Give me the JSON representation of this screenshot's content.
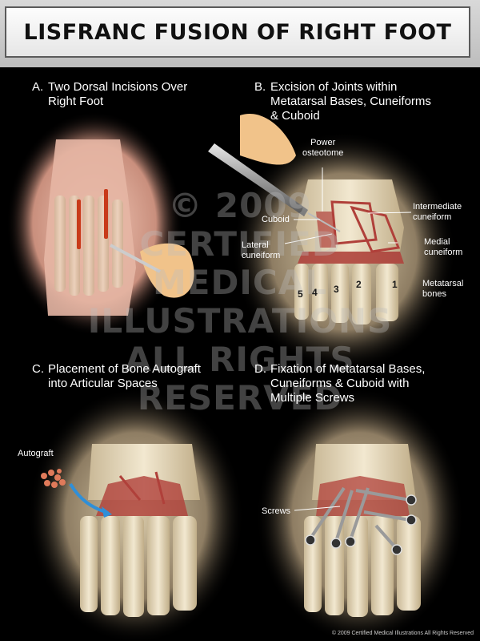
{
  "title": "LISFRANC FUSION OF RIGHT FOOT",
  "panels": {
    "a": {
      "letter": "A.",
      "line1": "Two Dorsal Incisions Over",
      "line2": "Right Foot"
    },
    "b": {
      "letter": "B.",
      "line1": "Excision of Joints within",
      "line2": "Metatarsal Bases, Cuneiforms",
      "line3": "& Cuboid",
      "labels": {
        "osteotome_1": "Power",
        "osteotome_2": "osteotome",
        "intermediate_1": "Intermediate",
        "intermediate_2": "cuneiform",
        "cuboid": "Cuboid",
        "medial_1": "Medial",
        "medial_2": "cuneiform",
        "lateral_1": "Lateral",
        "lateral_2": "cuneiform",
        "metatarsal_1": "Metatarsal",
        "metatarsal_2": "bones"
      },
      "numbers": [
        "5",
        "4",
        "3",
        "2",
        "1"
      ]
    },
    "c": {
      "letter": "C.",
      "line1": "Placement of Bone Autograft",
      "line2": "into Articular Spaces",
      "labels": {
        "autograft": "Autograft"
      }
    },
    "d": {
      "letter": "D.",
      "line1": "Fixation of Metatarsal Bases,",
      "line2": "Cuneiforms & Cuboid with",
      "line3": "Multiple Screws",
      "labels": {
        "screws": "Screws"
      }
    }
  },
  "watermark": {
    "line1": "© 2009",
    "line2": "CERTIFIED",
    "line3": "MEDICAL",
    "line4": "ILLUSTRATIONS",
    "line5": "ALL RIGHTS",
    "line6": "RESERVED"
  },
  "copyright": "© 2009 Certified Medical Illustrations All Rights Reserved",
  "colors": {
    "background": "#000000",
    "bone": "#e8dcc0",
    "cartilage": "#b0403a",
    "skin": "#e9b9a8",
    "incision": "#c83a1a",
    "arrow": "#2f8fd8"
  }
}
